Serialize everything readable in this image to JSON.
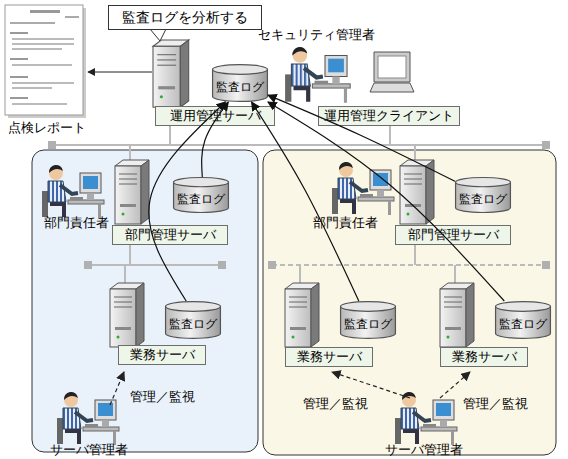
{
  "diagram": {
    "nodes": [
      {
        "text": [
          "監査ログを分析する"
        ]
      },
      {
        "text": [
          "監査ログ"
        ]
      },
      {
        "text": [
          "運用管理サーバ"
        ]
      },
      {
        "text": [
          "運用管理クライアント"
        ]
      },
      {
        "text": [
          "監査ログ"
        ]
      },
      {
        "text": [
          "部門管理サーバ"
        ]
      },
      {
        "text": [
          "監査ログ"
        ]
      },
      {
        "text": [
          "業務サーバ"
        ]
      },
      {
        "text": [
          "監査ログ"
        ]
      },
      {
        "text": [
          "部門管理サーバ"
        ]
      },
      {
        "text": [
          "監査ログ"
        ]
      },
      {
        "text": [
          "業務サーバ"
        ]
      },
      {
        "text": [
          "監査ログ"
        ]
      },
      {
        "text": [
          "業務サーバ"
        ]
      }
    ],
    "edges": [
      {
        "from": 4,
        "to": 1,
        "arrow": "to"
      },
      {
        "from": 6,
        "to": 1,
        "arrow": "to"
      },
      {
        "from": 8,
        "to": 1,
        "arrow": "to"
      },
      {
        "from": 10,
        "to": 1,
        "arrow": "to"
      },
      {
        "from": 12,
        "to": 1,
        "arrow": "to"
      }
    ],
    "labels": [
      "点検レポート",
      "セキュリティ管理者",
      "部門責任者",
      "部門責任者",
      "管理／監視",
      "管理／監視",
      "管理／監視",
      "サーバ管理者",
      "サーバ管理者"
    ]
  }
}
